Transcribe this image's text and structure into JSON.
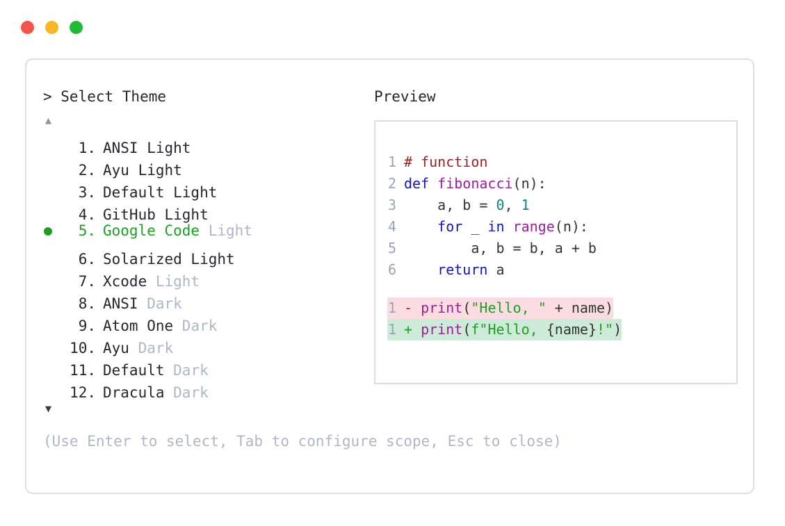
{
  "window": {
    "buttons": [
      {
        "name": "close",
        "color": "#F2554F"
      },
      {
        "name": "minimize",
        "color": "#F5B726"
      },
      {
        "name": "maximize",
        "color": "#22BB36"
      }
    ]
  },
  "selector": {
    "prompt": "> Select Theme",
    "scroll_up_icon": "▲",
    "scroll_down_icon": "▼",
    "selected_index": 5,
    "selected_bullet": "●",
    "accent_color": "#1E9E24",
    "variant_color": "#AEB6C7",
    "items": [
      {
        "num": "1.",
        "name": "ANSI Light",
        "variant": "",
        "selected": false
      },
      {
        "num": "2.",
        "name": "Ayu Light",
        "variant": "",
        "selected": false
      },
      {
        "num": "3.",
        "name": "Default Light",
        "variant": "",
        "selected": false
      },
      {
        "num": "4.",
        "name": "GitHub Light",
        "variant": "",
        "selected": false
      },
      {
        "num": "5.",
        "name": "Google Code",
        "variant": " Light",
        "selected": true
      },
      {
        "num": "6.",
        "name": "Solarized Light",
        "variant": "",
        "selected": false
      },
      {
        "num": "7.",
        "name": "Xcode",
        "variant": " Light",
        "selected": false
      },
      {
        "num": "8.",
        "name": "ANSI",
        "variant": " Dark",
        "selected": false
      },
      {
        "num": "9.",
        "name": "Atom One",
        "variant": " Dark",
        "selected": false
      },
      {
        "num": "10.",
        "name": "Ayu",
        "variant": " Dark",
        "selected": false
      },
      {
        "num": "11.",
        "name": "Default",
        "variant": " Dark",
        "selected": false
      },
      {
        "num": "12.",
        "name": "Dracula",
        "variant": " Dark",
        "selected": false
      }
    ]
  },
  "preview": {
    "label": "Preview",
    "code_lines": [
      {
        "no": "1",
        "tokens": [
          {
            "t": "# function",
            "c": "comment"
          }
        ]
      },
      {
        "no": "2",
        "tokens": [
          {
            "t": "def ",
            "c": "keyword"
          },
          {
            "t": "fibonacci",
            "c": "func"
          },
          {
            "t": "(n):",
            "c": "punct"
          }
        ]
      },
      {
        "no": "3",
        "tokens": [
          {
            "t": "    a, b = ",
            "c": "plain"
          },
          {
            "t": "0",
            "c": "number"
          },
          {
            "t": ", ",
            "c": "plain"
          },
          {
            "t": "1",
            "c": "number"
          }
        ]
      },
      {
        "no": "4",
        "tokens": [
          {
            "t": "    ",
            "c": "plain"
          },
          {
            "t": "for",
            "c": "keyword"
          },
          {
            "t": " _ ",
            "c": "plain"
          },
          {
            "t": "in",
            "c": "keyword"
          },
          {
            "t": " ",
            "c": "plain"
          },
          {
            "t": "range",
            "c": "builtin"
          },
          {
            "t": "(n):",
            "c": "punct"
          }
        ]
      },
      {
        "no": "5",
        "tokens": [
          {
            "t": "        a, b = b, a + b",
            "c": "plain"
          }
        ]
      },
      {
        "no": "6",
        "tokens": [
          {
            "t": "    ",
            "c": "plain"
          },
          {
            "t": "return",
            "c": "keyword"
          },
          {
            "t": " a",
            "c": "plain"
          }
        ]
      }
    ],
    "diff_lines": [
      {
        "no": "1",
        "marker": "-",
        "kind": "del",
        "tokens": [
          {
            "t": "print",
            "c": "func"
          },
          {
            "t": "(",
            "c": "punct"
          },
          {
            "t": "\"Hello, \"",
            "c": "string"
          },
          {
            "t": " + name)",
            "c": "plain"
          }
        ]
      },
      {
        "no": "1",
        "marker": "+",
        "kind": "add",
        "tokens": [
          {
            "t": "print",
            "c": "func"
          },
          {
            "t": "(",
            "c": "punct"
          },
          {
            "t": "f\"Hello, ",
            "c": "string"
          },
          {
            "t": "{name}",
            "c": "plain"
          },
          {
            "t": "!\"",
            "c": "string"
          },
          {
            "t": ")",
            "c": "punct"
          }
        ]
      }
    ],
    "diff_del_bg": "#FBDDE1",
    "diff_add_bg": "#CDEBD8"
  },
  "footer": {
    "hint": "(Use Enter to select, Tab to configure scope, Esc to close)"
  }
}
